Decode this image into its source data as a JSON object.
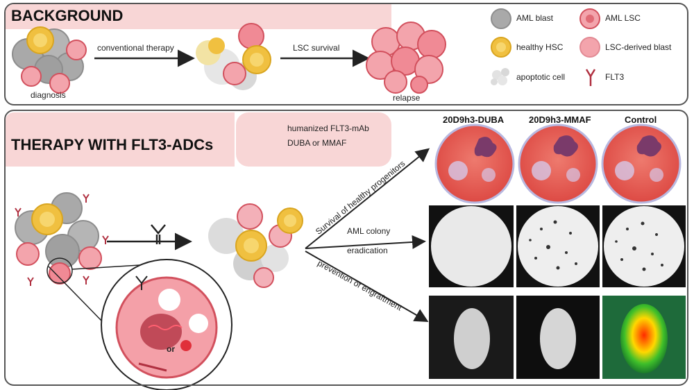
{
  "background": {
    "title": "BACKGROUND",
    "arrow1_label": "conventional therapy",
    "arrow2_label": "LSC survival",
    "stage1_label": "diagnosis",
    "stage3_label": "relapse"
  },
  "legend": {
    "items": [
      {
        "label": "AML blast",
        "icon": "grey-cell-icon"
      },
      {
        "label": "AML LSC",
        "icon": "pink-red-cell-icon"
      },
      {
        "label": "healthy HSC",
        "icon": "yellow-cell-icon"
      },
      {
        "label": "LSC-derived blast",
        "icon": "pink-cell-icon"
      },
      {
        "label": "apoptotic cell",
        "icon": "apoptotic-cell-icon"
      },
      {
        "label": "FLT3",
        "icon": "flt3-receptor-icon"
      }
    ]
  },
  "therapy": {
    "title": "THERAPY WITH FLT3-ADCs",
    "adc_label1": "humanized FLT3-mAb",
    "adc_label2": "DUBA or MMAF",
    "inset_or": "or",
    "branch1": "Survival of healthy progenitors",
    "branch2a": "AML colony",
    "branch2b": "eradication",
    "branch3": "prevention of engraftment",
    "columns": [
      "20D9h3-DUBA",
      "20D9h3-MMAF",
      "Control"
    ]
  },
  "colors": {
    "pink_band": "#f8d6d6",
    "aml_blast": "#a9a9a9",
    "lsc": "#e87f8a",
    "hsc": "#f0c040",
    "plate": "#e8574f",
    "arrow": "#222222"
  }
}
